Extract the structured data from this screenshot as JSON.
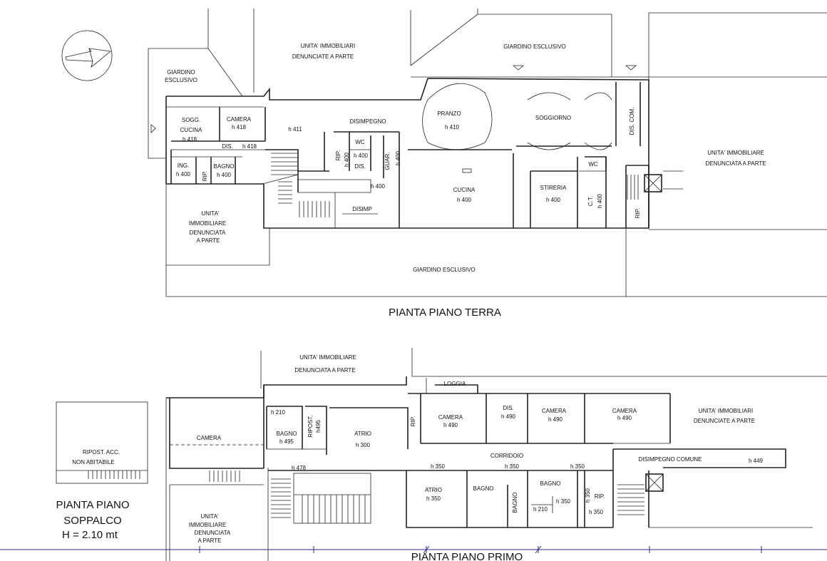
{
  "ground_floor": {
    "title": "PIANTA PIANO TERRA",
    "labels": {
      "unita_top_1": "UNITA' IMMOBILIARI",
      "unita_top_2": "DENUNCIATE A PARTE",
      "giardino_top": "GIARDINO ESCLUSIVO",
      "giardino_left_1": "GIARDINO",
      "giardino_left_2": "ESCLUSIVO",
      "sogg_1": "SOGG.",
      "sogg_2": "CUCINA",
      "sogg_h": "h 418",
      "camera": "CAMERA",
      "camera_h": "h 418",
      "h411": "h 411",
      "dis_label": "DIS.",
      "dis_h": "h 418",
      "ing": "ING.",
      "ing_h": "h 400",
      "rip_small": "RIP.",
      "bagno": "BAGNO",
      "bagno_h": "h 400",
      "disimpegno": "DISIMPEGNO",
      "wc1": "WC",
      "wc1_h": "h 400",
      "dis2": "DIS.",
      "rip_v": "RIP.",
      "rip_v_h": "h 400",
      "guar": "GUAR.",
      "guar_h": "h 400",
      "h400_stairs": "h 400",
      "disimp": "DISIMP",
      "pranzo": "PRANZO",
      "pranzo_h": "h 410",
      "soggiorno": "SOGGIORNO",
      "dis_com": "DIS. COM.",
      "cucina": "CUCINA",
      "cucina_h": "h 400",
      "stireria": "STIRERIA",
      "stireria_h": "h 400",
      "wc2": "WC",
      "ct": "C.T.",
      "ct_h": "h 400",
      "rip_right": "RIP.",
      "unita_right_1": "UNITA' IMMOBILIARE",
      "unita_right_2": "DENUNCIATA A PARTE",
      "unita_left_1": "UNITA'",
      "unita_left_2": "IMMOBILIARE",
      "unita_left_3": "DENUNCIATA",
      "unita_left_4": "A PARTE",
      "giardino_bottom": "GIARDINO ESCLUSIVO"
    }
  },
  "first_floor": {
    "title": "PIANTA PIANO PRIMO",
    "labels": {
      "unita_top_1": "UNITA' IMMOBILIARE",
      "unita_top_2": "DENUNCIATA A PARTE",
      "loggia": "LOGGIA",
      "camera": "CAMERA",
      "h210": "h 210",
      "bagno1": "BAGNO",
      "bagno1_h": "h 495",
      "ripost": "RIPOST.",
      "ripost_h": "h495",
      "atrio": "ATRIO",
      "atrio_h": "h 300",
      "rip": "RIP.",
      "camera2": "CAMERA",
      "camera2_h": "h 490",
      "dis": "DIS.",
      "dis_h": "h 490",
      "camera3": "CAMERA",
      "camera3_h": "h 490",
      "camera4": "CAMERA",
      "camera4_h": "h 490",
      "unita_right_1": "UNITA' IMMOBILIARI",
      "unita_right_2": "DENUNCIATE A PARTE",
      "corridoio": "CORRIDOIO",
      "disimpegno_comune": "DISIMPEGNO COMUNE",
      "h449": "h 449",
      "h478": "h 478",
      "h350_a": "h 350",
      "h350_b": "h 350",
      "h350_c": "h 350",
      "atrio2": "ATRIO",
      "atrio2_h": "h 350",
      "bagno2": "BAGNO",
      "bagno3": "BAGNO",
      "bagno4": "BAGNO",
      "bagno4_h": "h 350",
      "h210_b": "h 210",
      "h350_v": "h 350",
      "rip2": "RIP.",
      "rip2_h": "h 350",
      "unita_left_1": "UNITA'",
      "unita_left_2": "IMMOBILIARE",
      "unita_left_3": "DENUNCIATA",
      "unita_left_4": "A PARTE"
    }
  },
  "mezzanine": {
    "title_1": "PIANTA PIANO",
    "title_2": "SOPPALCO",
    "title_3": "H = 2.10 mt",
    "ripost_1": "RIPOST. ACC.",
    "ripost_2": "NON ABITABILE"
  },
  "icons": {
    "north": "north-arrow-icon"
  }
}
